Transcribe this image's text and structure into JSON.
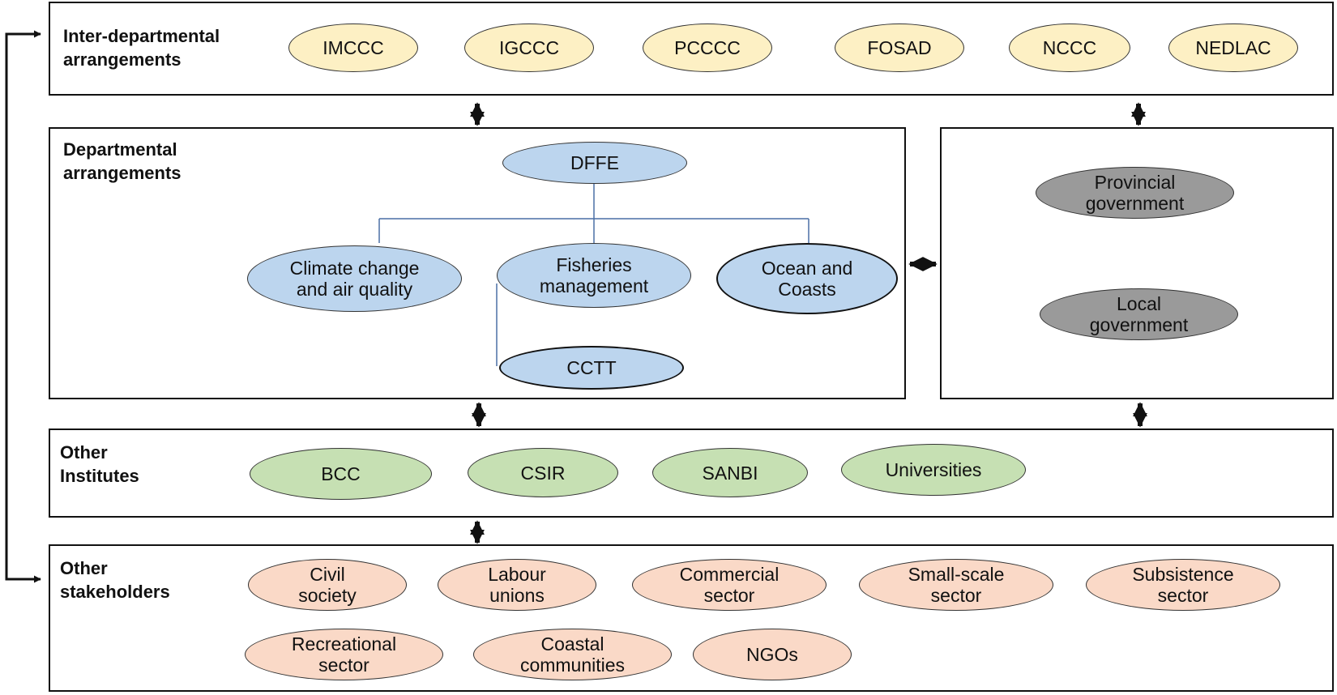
{
  "sections": {
    "inter_departmental": {
      "label": "Inter-departmental\narrangements",
      "nodes": [
        "IMCCC",
        "IGCCC",
        "PCCCC",
        "FOSAD",
        "NCCC",
        "NEDLAC"
      ]
    },
    "departmental": {
      "label": "Departmental\narrangements",
      "root": "DFFE",
      "children": [
        "Climate change\nand air quality",
        "Fisheries\nmanagement",
        "Ocean and\nCoasts"
      ],
      "sub_child": "CCTT"
    },
    "government": {
      "nodes": [
        "Provincial\ngovernment",
        "Local\ngovernment"
      ]
    },
    "other_institutes": {
      "label": "Other\nInstitutes",
      "nodes": [
        "BCC",
        "CSIR",
        "SANBI",
        "Universities"
      ]
    },
    "other_stakeholders": {
      "label": "Other\nstakeholders",
      "nodes": [
        "Civil\nsociety",
        "Labour\nunions",
        "Commercial\nsector",
        "Small-scale\nsector",
        "Subsistence\nsector",
        "Recreational\nsector",
        "Coastal\ncommunities",
        "NGOs"
      ]
    }
  },
  "colors": {
    "inter_departmental": "#fdf0c4",
    "departmental": "#bcd5ee",
    "government": "#9a9a9a",
    "other_institutes": "#c6e0b3",
    "other_stakeholders": "#fad9c7",
    "tree_lines": "#4a6fa5"
  }
}
